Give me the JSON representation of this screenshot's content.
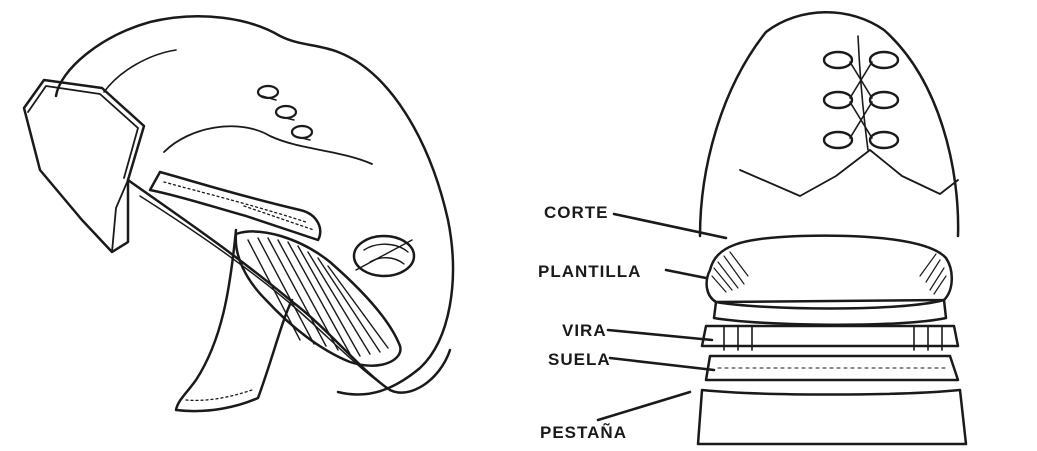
{
  "labels": {
    "corte": "CORTE",
    "plantilla": "PLANTILLA",
    "vira": "VIRA",
    "suela": "SUELA",
    "pestana": "PESTAÑA"
  },
  "colors": {
    "ink": "#1a1a1a",
    "paper": "#ffffff"
  }
}
